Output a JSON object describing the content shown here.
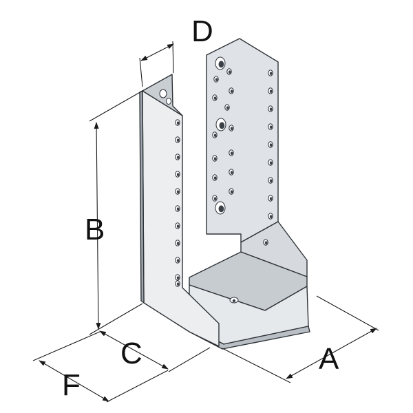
{
  "diagram": {
    "subject": "joist-hanger-bracket",
    "labels": {
      "a": "A",
      "b": "B",
      "c": "C",
      "d": "D",
      "f": "F"
    },
    "colors": {
      "metal_light": "#dfe3e7",
      "metal_mid": "#c7ccd1",
      "metal_dark": "#aeb4ba",
      "outline": "#2e3338",
      "dimension": "#1a1a1a"
    }
  }
}
